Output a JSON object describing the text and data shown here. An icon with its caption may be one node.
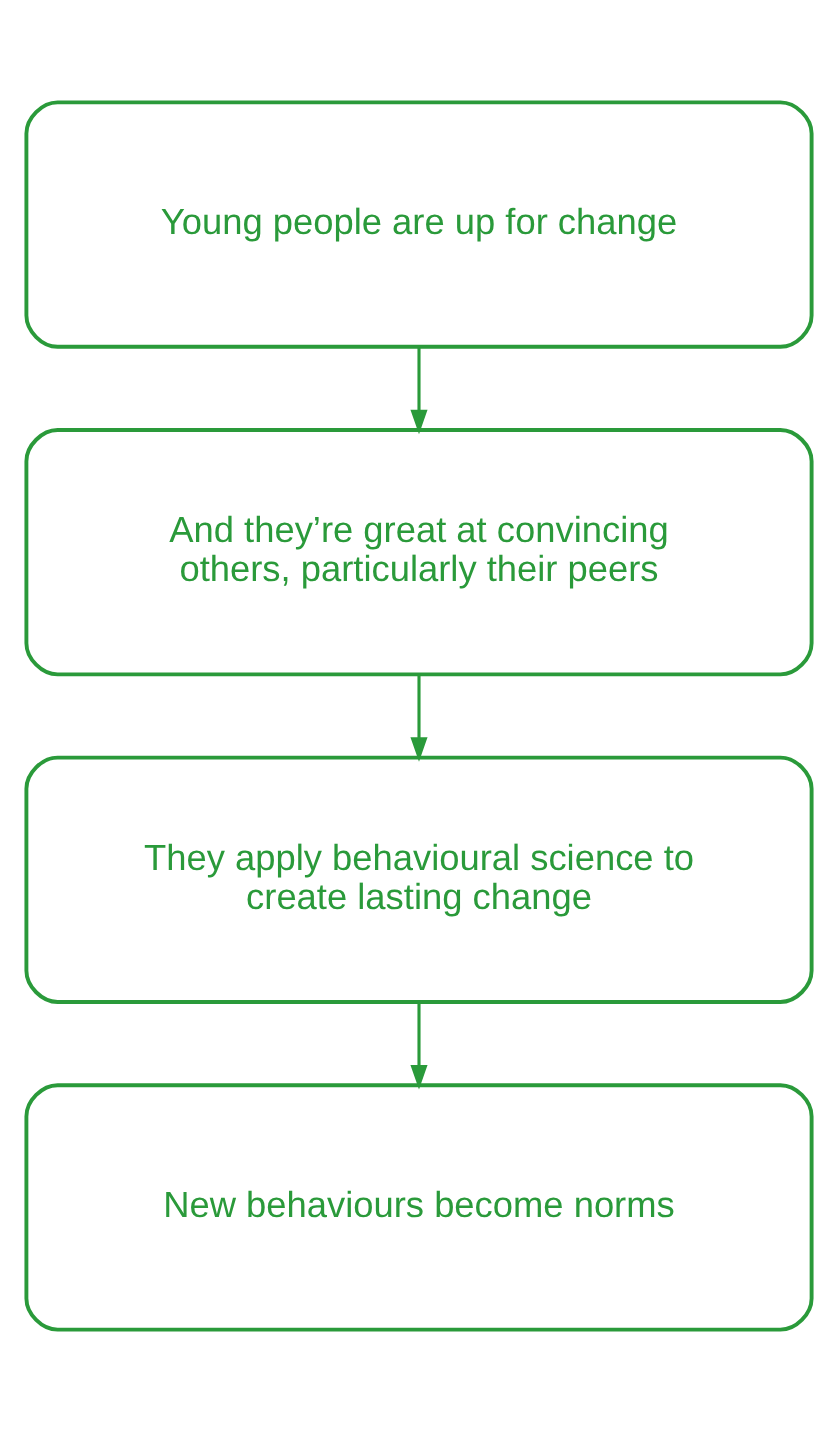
{
  "diagram": {
    "nodes": [
      {
        "text": [
          "Young people are up for change"
        ]
      },
      {
        "text": [
          "And they’re great at convincing others, particularly their peers"
        ]
      },
      {
        "text": [
          "They apply behavioural science to create lasting change"
        ]
      },
      {
        "text": [
          "New behaviours become norms"
        ]
      }
    ],
    "edges": [
      {
        "from": 0,
        "to": 1,
        "arrow": "to"
      },
      {
        "from": 1,
        "to": 2,
        "arrow": "to"
      },
      {
        "from": 2,
        "to": 3,
        "arrow": "to"
      }
    ]
  }
}
